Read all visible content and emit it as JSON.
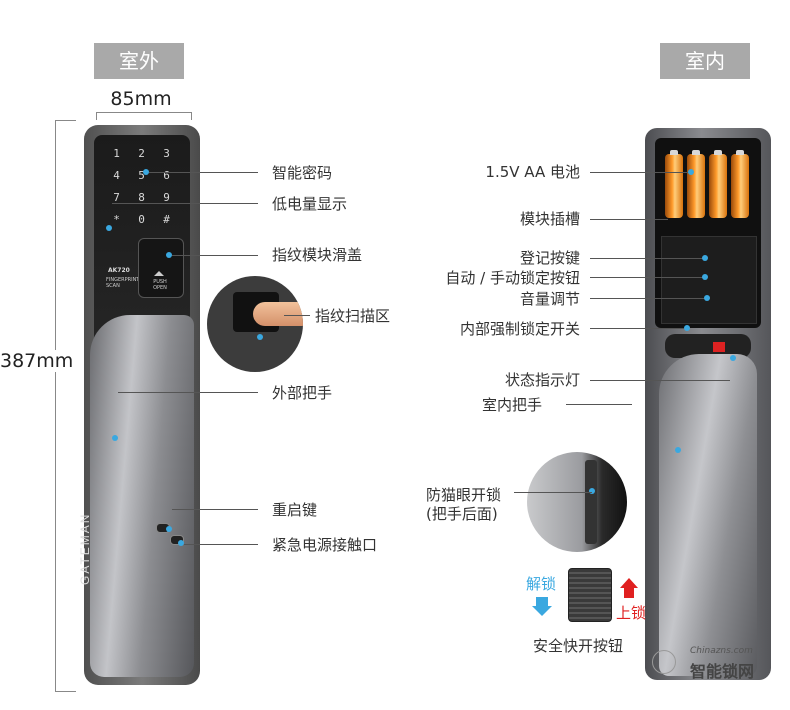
{
  "headers": {
    "outdoor": "室外",
    "indoor": "室内"
  },
  "dimensions": {
    "width": "85mm",
    "height": "387mm"
  },
  "device": {
    "model": "AK720",
    "brand": "GATEMAN",
    "keypad": [
      "1",
      "2",
      "3",
      "4",
      "5",
      "6",
      "7",
      "8",
      "9",
      "*",
      "0",
      "#"
    ],
    "fingerprint_scan": "FINGERPRINT SCAN",
    "push_open": "PUSH OPEN"
  },
  "left_labels": {
    "smart_password": "智能密码",
    "low_battery": "低电量显示",
    "fingerprint_cover": "指纹模块滑盖",
    "fingerprint_area": "指纹扫描区",
    "outer_handle": "外部把手",
    "restart_key": "重启键",
    "emergency_contact": "紧急电源接触口"
  },
  "right_labels": {
    "battery": "1.5V AA 电池",
    "module_slot": "模块插槽",
    "register_button": "登记按键",
    "auto_manual_lock": "自动 / 手动锁定按钮",
    "volume": "音量调节",
    "force_lock_switch": "内部强制锁定开关",
    "status_light": "状态指示灯",
    "indoor_handle": "室内把手",
    "anti_peephole_line1": "防猫眼开锁",
    "anti_peephole_line2": "(把手后面)",
    "unlock": "解锁",
    "lock": "上锁",
    "safety_button": "安全快开按钮"
  },
  "watermark": {
    "domain": "Chinazns.com",
    "name": "智能锁网"
  },
  "colors": {
    "accent": "#3aa8e0",
    "lock_arrow": "#e02020",
    "unlock_arrow": "#3aa8e0",
    "tag_bg": "#a9a9a9"
  }
}
